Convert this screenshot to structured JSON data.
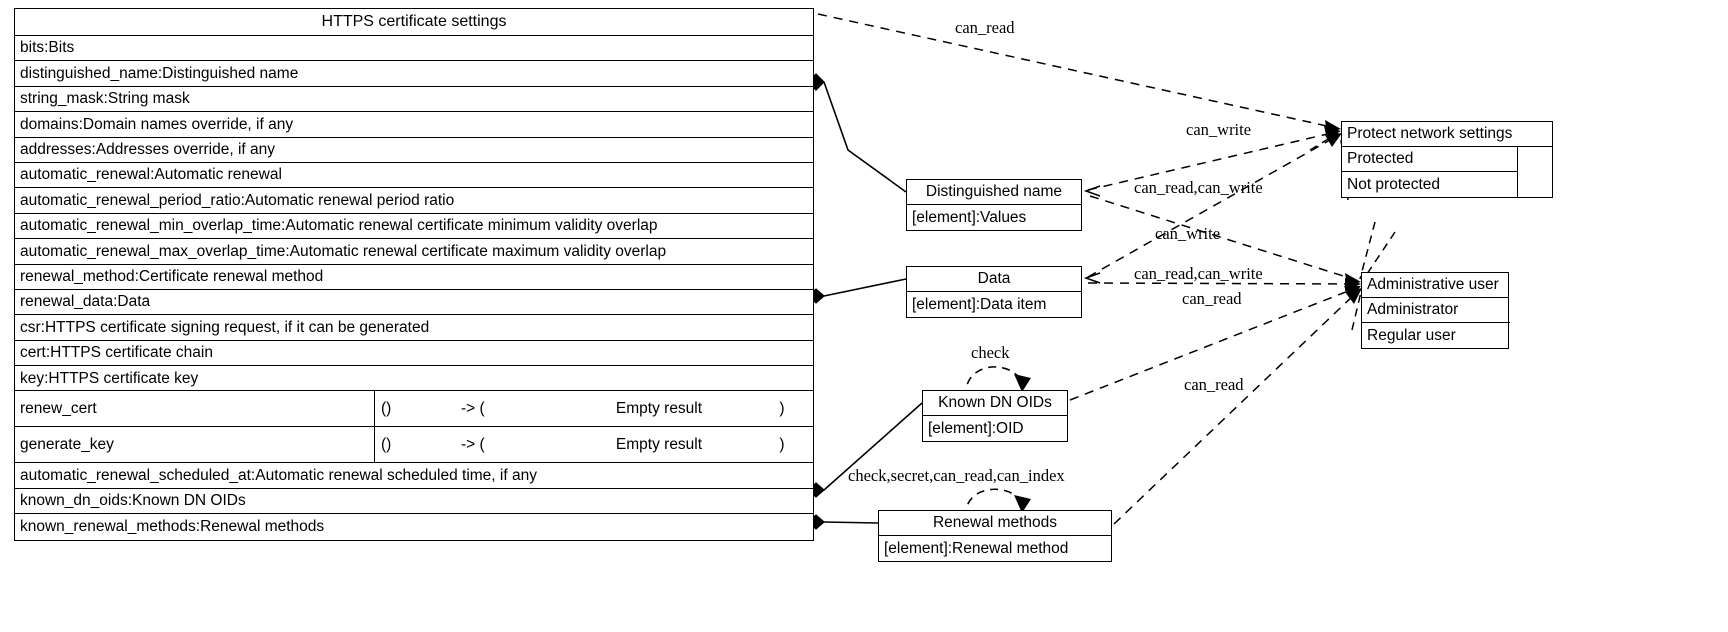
{
  "diagram": {
    "type": "uml-class-diagram",
    "title": "HTTPS certificate settings"
  },
  "main_class": {
    "title": "HTTPS certificate settings",
    "attributes": [
      "bits:Bits",
      "distinguished_name:Distinguished name",
      "string_mask:String mask",
      "domains:Domain names override, if any",
      "addresses:Addresses override, if any",
      "automatic_renewal:Automatic renewal",
      "automatic_renewal_period_ratio:Automatic renewal period ratio",
      "automatic_renewal_min_overlap_time:Automatic renewal certificate minimum validity overlap",
      "automatic_renewal_max_overlap_time:Automatic renewal certificate maximum validity overlap",
      "renewal_method:Certificate renewal method",
      "renewal_data:Data",
      "csr:HTTPS certificate signing request, if it can be generated",
      "cert:HTTPS certificate chain",
      "key:HTTPS certificate key"
    ],
    "operations": [
      {
        "name": "renew_cert",
        "args": "()",
        "arrow": "-> (",
        "result": "Empty result",
        "close": ")"
      },
      {
        "name": "generate_key",
        "args": "()",
        "arrow": "-> (",
        "result": "Empty result",
        "close": ")"
      }
    ],
    "trailing_attributes": [
      "automatic_renewal_scheduled_at:Automatic renewal scheduled time, if any",
      "known_dn_oids:Known DN OIDs",
      "known_renewal_methods:Renewal methods"
    ]
  },
  "boxes": {
    "distinguished_name": {
      "title": "Distinguished name",
      "rows": [
        "[element]:Values"
      ]
    },
    "data": {
      "title": "Data",
      "rows": [
        "[element]:Data item"
      ]
    },
    "known_dn_oids": {
      "title": "Known DN OIDs",
      "rows": [
        "[element]:OID"
      ]
    },
    "renewal_methods": {
      "title": "Renewal methods",
      "rows": [
        "[element]:Renewal method"
      ]
    },
    "protect_network_settings": {
      "title": "Protect network settings",
      "rows": [
        "Protected",
        "Not protected"
      ]
    },
    "administrative_user": {
      "title": "Administrative user",
      "rows": [
        "Administrator",
        "Regular user"
      ]
    }
  },
  "edge_labels": {
    "can_read_top": "can_read",
    "can_write_1": "can_write",
    "can_read_can_write_1": "can_read,can_write",
    "can_write_2": "can_write",
    "can_read_can_write_2": "can_read,can_write",
    "can_read_mid": "can_read",
    "check": "check",
    "can_read_low": "can_read",
    "check_secret_can_read_can_index": "check,secret,can_read,can_index"
  },
  "colors": {
    "stroke": "#000000",
    "background": "#ffffff",
    "text": "#000000"
  }
}
